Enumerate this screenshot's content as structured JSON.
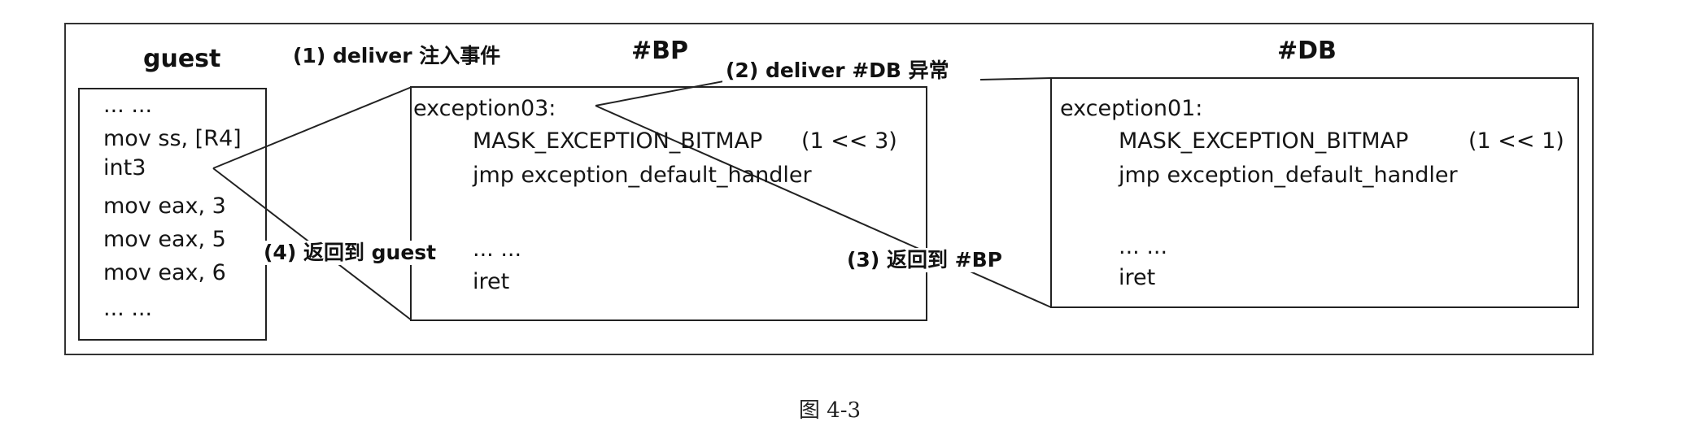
{
  "figure": {
    "guest": {
      "title": "guest",
      "lines": [
        "... ...",
        "mov ss, [R4]",
        "int3",
        "mov eax, 3",
        "mov eax, 5",
        "mov eax, 6",
        "... ..."
      ]
    },
    "bp": {
      "title": "#BP",
      "label": "exception03:",
      "macro": "MASK_EXCEPTION_BITMAP",
      "mask": "(1 << 3)",
      "jump": "jmp exception_default_handler",
      "ellipsis": "... ...",
      "ret": "iret"
    },
    "db": {
      "title": "#DB",
      "label": "exception01:",
      "macro": "MASK_EXCEPTION_BITMAP",
      "mask": "(1 << 1)",
      "jump": "jmp exception_default_handler",
      "ellipsis": "... ...",
      "ret": "iret"
    },
    "annotations": {
      "step1": "(1) deliver 注入事件",
      "step2": "(2) deliver #DB 异常",
      "step3": "(3) 返回到 #BP",
      "step4": "(4) 返回到 guest"
    },
    "caption": "图 4-3"
  }
}
